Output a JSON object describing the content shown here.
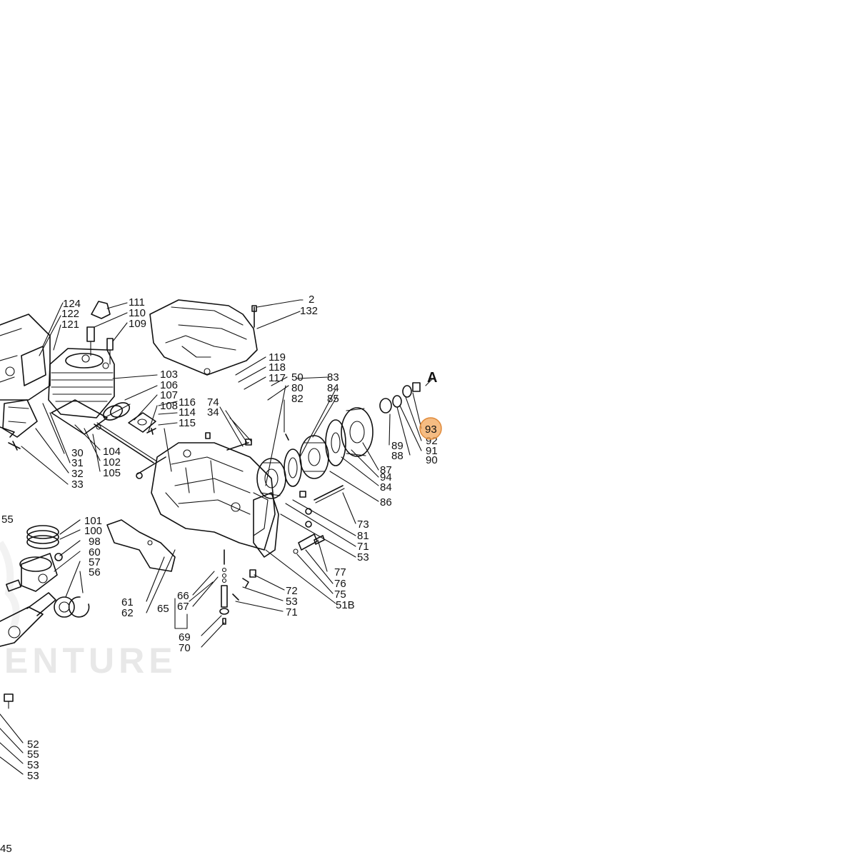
{
  "diagram": {
    "watermark": "ENTURE",
    "section_letter": "A",
    "highlighted_callout": "93",
    "labels": [
      "124",
      "122",
      "121",
      "111",
      "110",
      "109",
      "2",
      "132",
      "103",
      "106",
      "107",
      "108",
      "30",
      "31",
      "32",
      "33",
      "104",
      "102",
      "105",
      "116",
      "114",
      "115",
      "74",
      "34",
      "119",
      "118",
      "117",
      "50",
      "80",
      "82",
      "83",
      "84",
      "85",
      "89",
      "88",
      "92",
      "91",
      "90",
      "87",
      "94",
      "84b",
      "86",
      "73",
      "81",
      "71",
      "53",
      "77",
      "76",
      "75",
      "51B",
      "72",
      "53b",
      "71b",
      "101",
      "100",
      "98",
      "60",
      "57",
      "56",
      "55",
      "61",
      "62",
      "66",
      "67",
      "65",
      "69",
      "70",
      "52",
      "55b",
      "53c",
      "53d",
      "45"
    ],
    "label_text": {
      "124": "124",
      "122": "122",
      "121": "121",
      "111": "111",
      "110": "110",
      "109": "109",
      "2": "2",
      "132": "132",
      "103": "103",
      "106": "106",
      "107": "107",
      "108": "108",
      "30": "30",
      "31": "31",
      "32": "32",
      "33": "33",
      "104": "104",
      "102": "102",
      "105": "105",
      "116": "116",
      "114": "114",
      "115": "115",
      "74": "74",
      "34": "34",
      "119": "119",
      "118": "118",
      "117": "117",
      "50": "50",
      "80": "80",
      "82": "82",
      "83": "83",
      "84": "84",
      "85": "85",
      "89": "89",
      "88": "88",
      "92": "92",
      "91": "91",
      "90": "90",
      "87": "87",
      "94": "94",
      "84b": "84",
      "86": "86",
      "73": "73",
      "81": "81",
      "71": "71",
      "53": "53",
      "77": "77",
      "76": "76",
      "75": "75",
      "51B": "51B",
      "72": "72",
      "53b": "53",
      "71b": "71",
      "101": "101",
      "100": "100",
      "98": "98",
      "60": "60",
      "57": "57",
      "56": "56",
      "55": "55",
      "61": "61",
      "62": "62",
      "66": "66",
      "67": "67",
      "65": "65",
      "69": "69",
      "70": "70",
      "52": "52",
      "55b": "55",
      "53c": "53",
      "53d": "53",
      "45": "45"
    }
  }
}
